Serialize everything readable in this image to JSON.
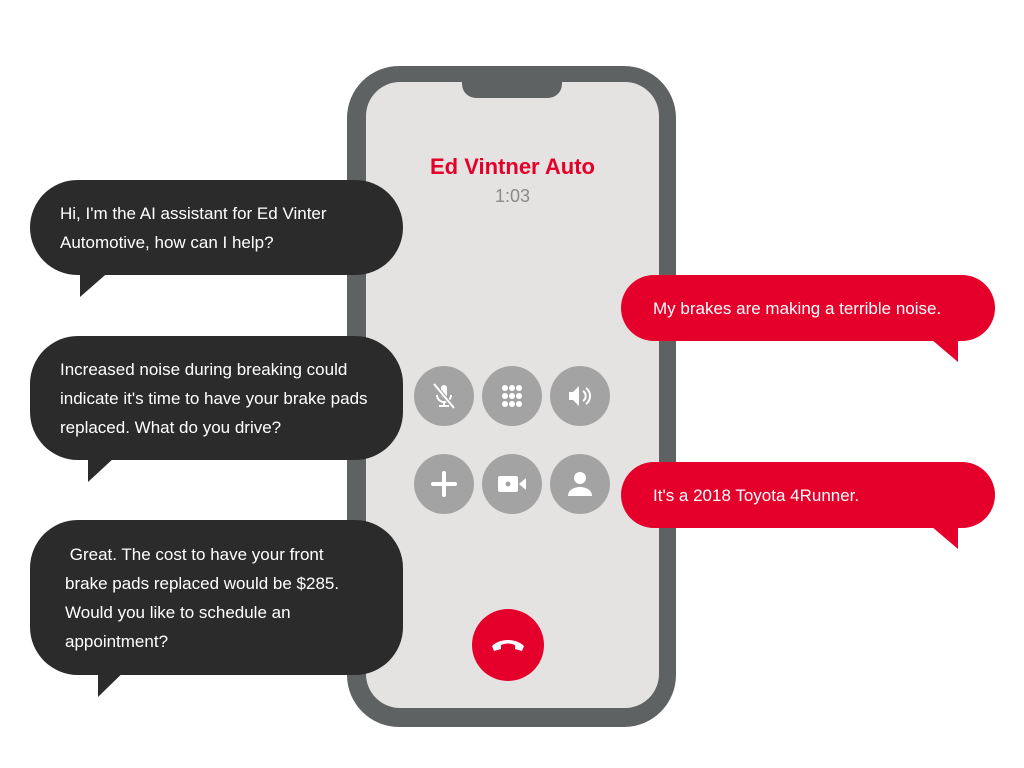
{
  "call": {
    "caller": "Ed Vintner Auto",
    "duration": "1:03"
  },
  "buttons": [
    {
      "name": "mute",
      "icon": "mic-off-icon"
    },
    {
      "name": "keypad",
      "icon": "keypad-icon"
    },
    {
      "name": "speaker",
      "icon": "speaker-icon"
    },
    {
      "name": "add-call",
      "icon": "plus-icon"
    },
    {
      "name": "facetime",
      "icon": "video-icon"
    },
    {
      "name": "contacts",
      "icon": "person-icon"
    }
  ],
  "messages": [
    {
      "from": "assistant",
      "text": "Hi, I'm the AI assistant for Ed Vinter Automotive, how can I help?"
    },
    {
      "from": "user",
      "text": "My brakes are making a terrible noise."
    },
    {
      "from": "assistant",
      "text": "Increased noise during breaking could indicate it's time to have your brake pads replaced. What do you drive?"
    },
    {
      "from": "user",
      "text": "It's a 2018 Toyota 4Runner."
    },
    {
      "from": "assistant",
      "text": " Great. The cost to have your front brake pads replaced would be $285. Would you like to schedule an appointment?"
    }
  ],
  "colors": {
    "accent": "#e4002b",
    "dark_bubble": "#2b2b2b",
    "phone": "#5f6262"
  }
}
